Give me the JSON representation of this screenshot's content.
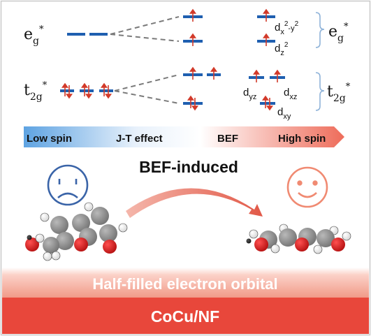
{
  "orbitals": {
    "eg": {
      "base": "e",
      "sub": "g",
      "sup": "*"
    },
    "t2g": {
      "base": "t",
      "sub": "2g",
      "sup": "*"
    },
    "right_eg": {
      "base": "e",
      "sub": "g",
      "sup": "*"
    },
    "right_t2g": {
      "base": "t",
      "sub": "2g",
      "sup": "*"
    },
    "d_x2y2": {
      "base": "d",
      "sub": "x",
      "sup1": "2",
      "mid": "-y",
      "sup2": "2"
    },
    "d_z2": {
      "base": "d",
      "sub": "z",
      "sup": "2"
    },
    "d_yz": {
      "base": "d",
      "sub": "yz"
    },
    "d_xz": {
      "base": "d",
      "sub": "xz"
    },
    "d_xy": {
      "base": "d",
      "sub": "xy"
    }
  },
  "spin_bar": {
    "low_spin": "Low spin",
    "jt_effect": "J-T effect",
    "bef": "BEF",
    "high_spin": "High spin"
  },
  "transition_label": "BEF-induced",
  "band_half_filled": "Half-filled electron orbital",
  "band_material": "CoCu/NF",
  "colors": {
    "level": "#1f5fb0",
    "arrow_up": "#d23a2a",
    "arrow_down": "#d23a2a",
    "sad_face": "#3a64a8",
    "happy_face": "#f08a72",
    "carbon": "#8a8a8a",
    "oxygen": "#d01818",
    "hydrogen": "#ffffff",
    "band_light": "#f7b3a5",
    "band_dark": "#e8473b"
  }
}
